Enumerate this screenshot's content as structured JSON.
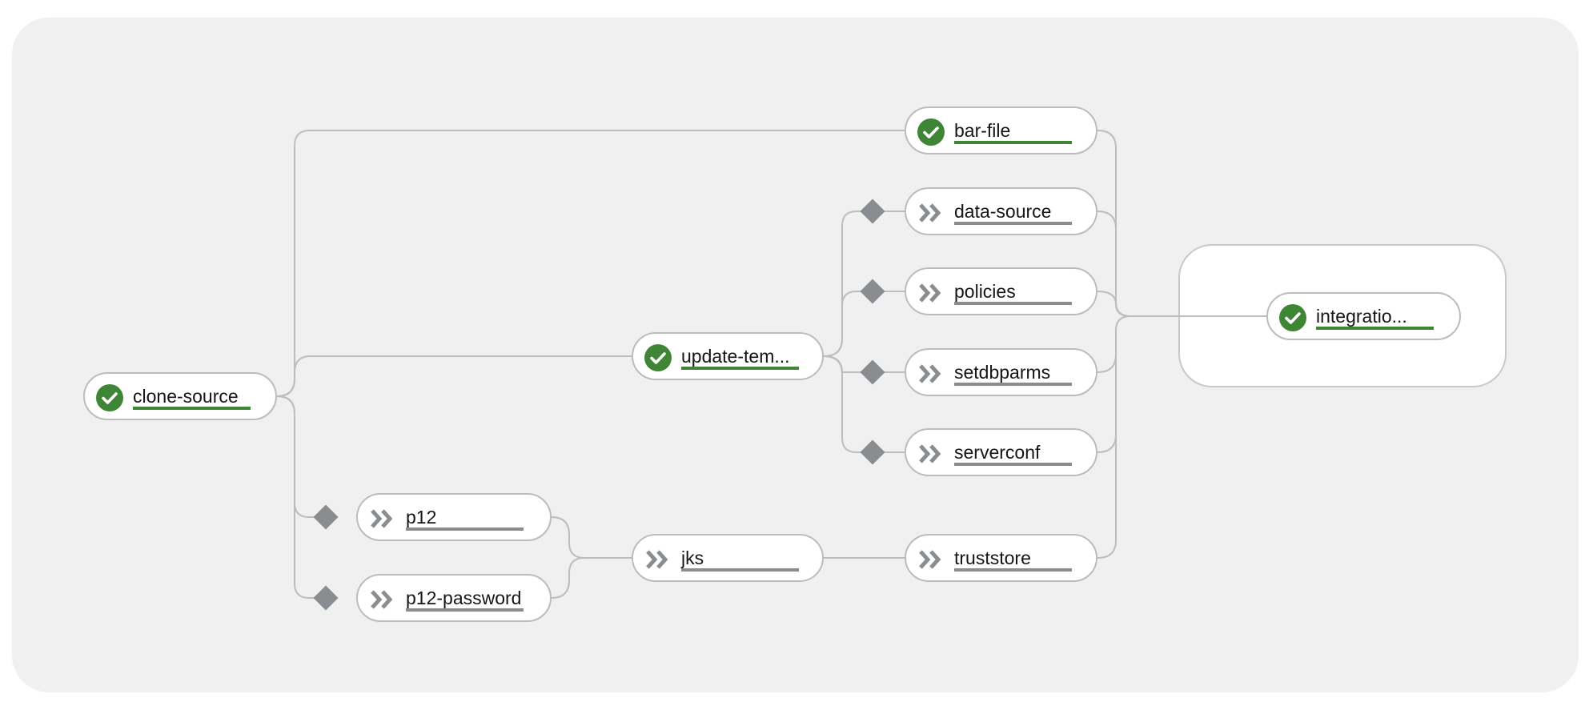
{
  "colors": {
    "panel_bg": "#f0f0f0",
    "node_border": "#bcbcbc",
    "edge": "#bdbdbd",
    "success": "#3e8635",
    "pending": "#8a8d90"
  },
  "tasks": {
    "clone_source": {
      "label": "clone-source",
      "status": "succeeded",
      "icon": "check-circle-icon"
    },
    "bar_file": {
      "label": "bar-file",
      "status": "succeeded",
      "icon": "check-circle-icon"
    },
    "update_tem": {
      "label": "update-tem...",
      "status": "succeeded",
      "icon": "check-circle-icon"
    },
    "data_source": {
      "label": "data-source",
      "status": "pending",
      "icon": "angle-double-right-icon"
    },
    "policies": {
      "label": "policies",
      "status": "pending",
      "icon": "angle-double-right-icon"
    },
    "setdbparms": {
      "label": "setdbparms",
      "status": "pending",
      "icon": "angle-double-right-icon"
    },
    "serverconf": {
      "label": "serverconf",
      "status": "pending",
      "icon": "angle-double-right-icon"
    },
    "p12": {
      "label": "p12",
      "status": "pending",
      "icon": "angle-double-right-icon"
    },
    "p12_password": {
      "label": "p12-password",
      "status": "pending",
      "icon": "angle-double-right-icon"
    },
    "jks": {
      "label": "jks",
      "status": "pending",
      "icon": "angle-double-right-icon"
    },
    "truststore": {
      "label": "truststore",
      "status": "pending",
      "icon": "angle-double-right-icon"
    },
    "integration": {
      "label": "integratio...",
      "status": "succeeded",
      "icon": "check-circle-icon"
    }
  }
}
